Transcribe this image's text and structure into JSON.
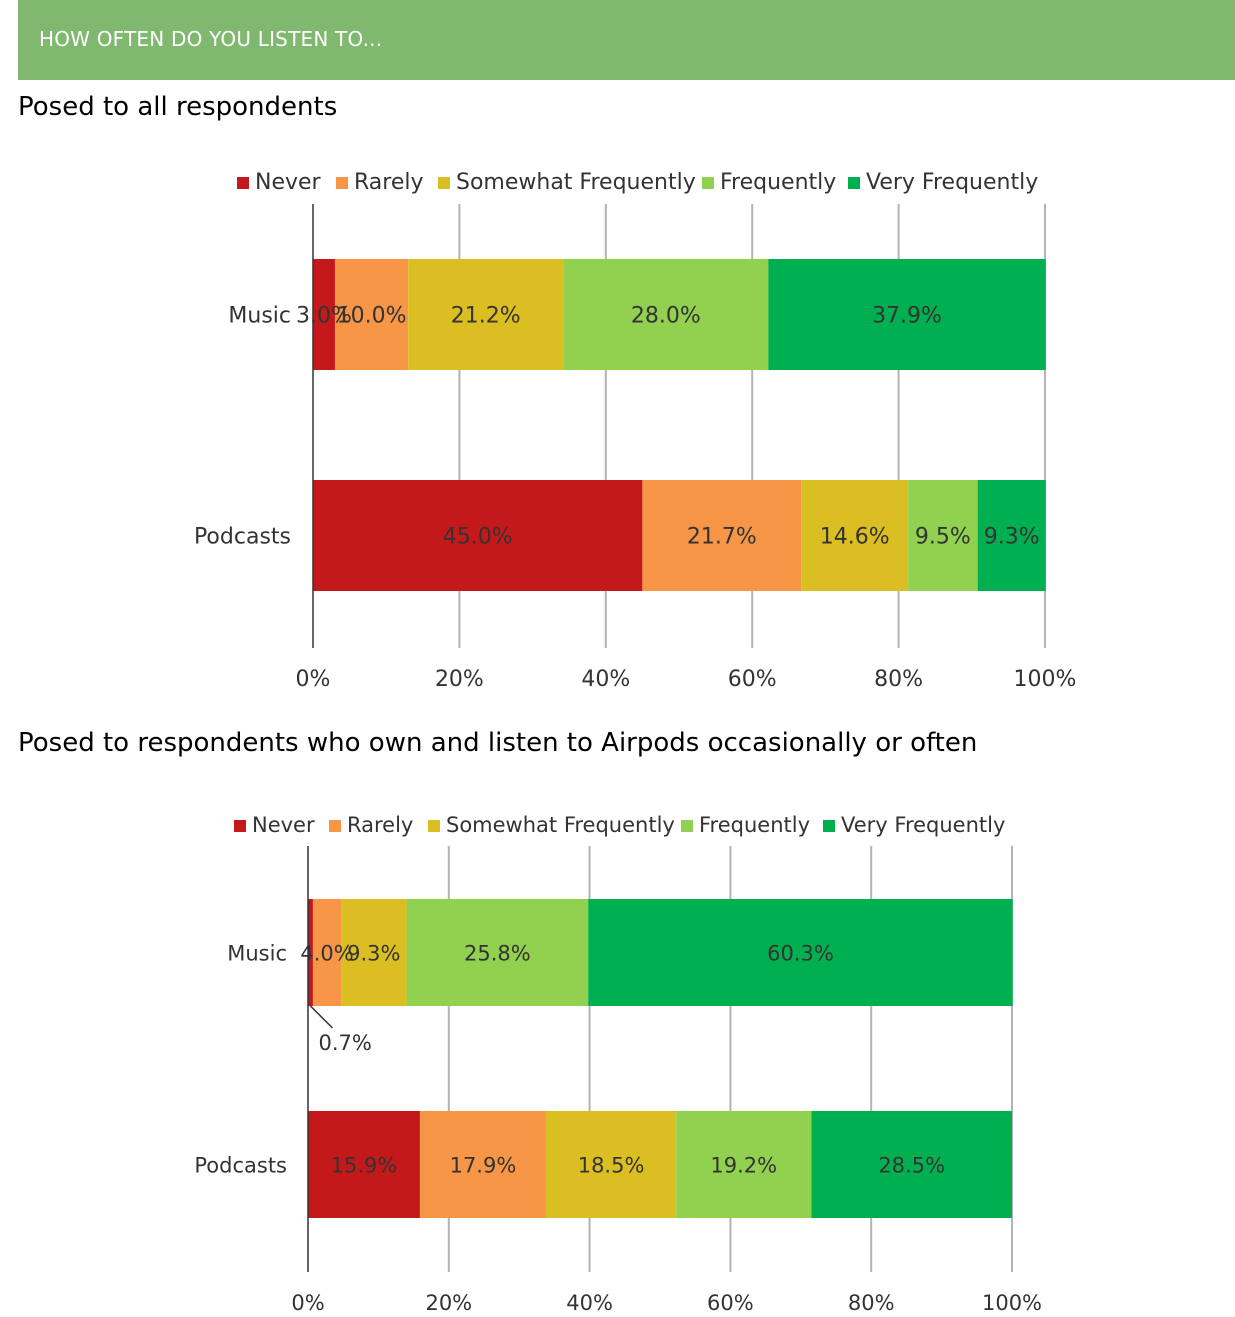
{
  "header": {
    "title": "HOW OFTEN DO YOU LISTEN TO..."
  },
  "sections": [
    {
      "subtitle": "Posed to all respondents"
    },
    {
      "subtitle": "Posed to respondents who own and listen to Airpods occasionally or often"
    }
  ],
  "legend_colors": {
    "Never": "#c4191b",
    "Rarely": "#f79646",
    "Somewhat Frequently": "#dbbe22",
    "Frequently": "#92d050",
    "Very Frequently": "#00b050"
  },
  "chart_data": [
    {
      "type": "bar",
      "orientation": "horizontal",
      "stacked": true,
      "categories": [
        "Music",
        "Podcasts"
      ],
      "series": [
        {
          "name": "Never",
          "values": [
            3.0,
            45.0
          ],
          "labels": [
            "3.0%",
            "45.0%"
          ]
        },
        {
          "name": "Rarely",
          "values": [
            10.0,
            21.7
          ],
          "labels": [
            "10.0%",
            "21.7%"
          ]
        },
        {
          "name": "Somewhat Frequently",
          "values": [
            21.2,
            14.6
          ],
          "labels": [
            "21.2%",
            "14.6%"
          ]
        },
        {
          "name": "Frequently",
          "values": [
            28.0,
            9.5
          ],
          "labels": [
            "28.0%",
            "9.5%"
          ]
        },
        {
          "name": "Very Frequently",
          "values": [
            37.9,
            9.3
          ],
          "labels": [
            "37.9%",
            "9.3%"
          ]
        }
      ],
      "xlim": [
        0,
        100
      ],
      "x_ticks": [
        "0%",
        "20%",
        "40%",
        "60%",
        "80%",
        "100%"
      ],
      "grid": true,
      "legend_position": "top"
    },
    {
      "type": "bar",
      "orientation": "horizontal",
      "stacked": true,
      "categories": [
        "Music",
        "Podcasts"
      ],
      "series": [
        {
          "name": "Never",
          "values": [
            0.7,
            15.9
          ],
          "labels": [
            "0.7%",
            "15.9%"
          ]
        },
        {
          "name": "Rarely",
          "values": [
            4.0,
            17.9
          ],
          "labels": [
            "4.0%",
            "17.9%"
          ]
        },
        {
          "name": "Somewhat Frequently",
          "values": [
            9.3,
            18.5
          ],
          "labels": [
            "9.3%",
            "18.5%"
          ]
        },
        {
          "name": "Frequently",
          "values": [
            25.8,
            19.2
          ],
          "labels": [
            "25.8%",
            "19.2%"
          ]
        },
        {
          "name": "Very Frequently",
          "values": [
            60.3,
            28.5
          ],
          "labels": [
            "60.3%",
            "28.5%"
          ]
        }
      ],
      "xlim": [
        0,
        100
      ],
      "x_ticks": [
        "0%",
        "20%",
        "40%",
        "60%",
        "80%",
        "100%"
      ],
      "grid": true,
      "legend_position": "top"
    }
  ]
}
